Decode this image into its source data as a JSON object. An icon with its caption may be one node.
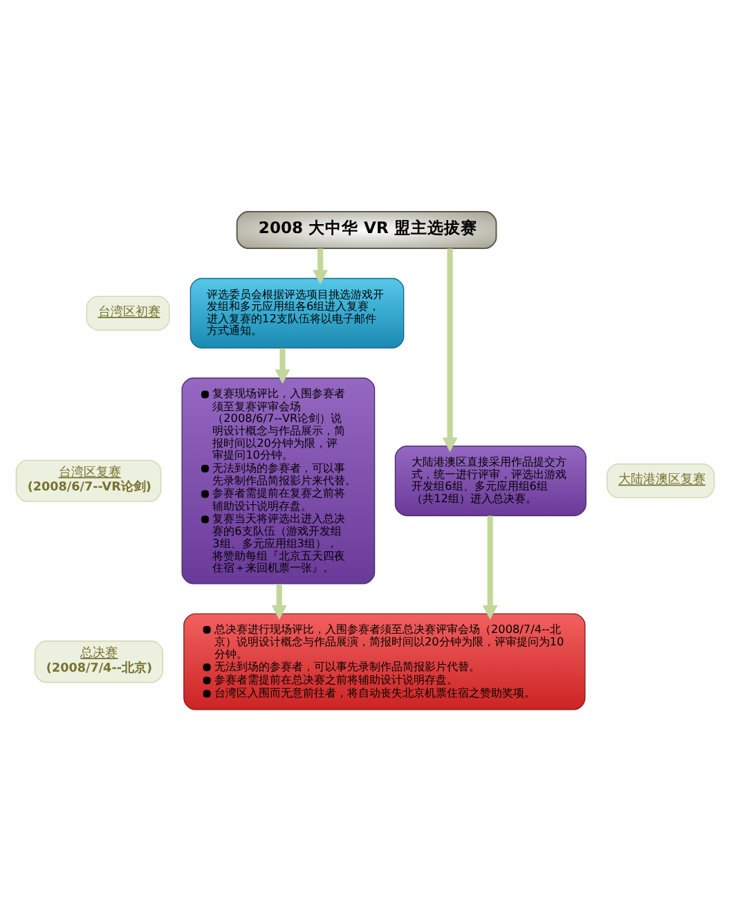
{
  "diagram": {
    "nodes": [
      {
        "text": [
          "2008 大中华 VR 盟主选拔赛"
        ]
      },
      {
        "text": [
          "台湾区初赛"
        ]
      },
      {
        "text": [
          "评选委员会根据评选项目挑选游戏开发组和多元应用组各6组进入复赛，进入复赛的12支队伍将以电子邮件方式通知。"
        ]
      },
      {
        "text": [
          "台湾区复赛",
          "(2008/6/7--VR论剑)"
        ]
      },
      {
        "text": [
          "复赛现场评比，入围参赛者须至复赛评审会场（2008/6/7--VR论剑）说明设计概念与作品展示，简报时间以20分钟为限，评审提问10分钟。",
          "无法到场的参赛者，可以事先录制作品简报影片来代替。",
          "参赛者需提前在复赛之前将辅助设计说明存盘。",
          "复赛当天将评选出进入总决赛的6支队伍（游戏开发组3组、多元应用组3组），将赞助每组『北京五天四夜住宿＋来回机票一张』。"
        ]
      },
      {
        "text": [
          "大陆港澳区复赛"
        ]
      },
      {
        "text": [
          "大陆港澳区直接采用作品提交方式，统一进行评审，评选出游戏开发组6组、多元应用组6组（共12组）进入总决赛。"
        ]
      },
      {
        "text": [
          "总决赛",
          "(2008/7/4--北京)"
        ]
      },
      {
        "text": [
          "总决赛进行现场评比，入围参赛者须至总决赛评审会场（2008/7/4--北京）说明设计概念与作品展演，简报时间以20分钟为限，评审提问为10分钟。",
          "无法到场的参赛者，可以事先录制作品简报影片代替。",
          "参赛者需提前在总决赛之前将辅助设计说明存盘。",
          "台湾区入围而无意前往者，将自动丧失北京机票住宿之赞助奖项。"
        ]
      }
    ],
    "edges": [
      {
        "from": 0,
        "to": 2,
        "arrow": "to"
      },
      {
        "from": 0,
        "to": 6,
        "arrow": "to"
      },
      {
        "from": 2,
        "to": 4,
        "arrow": "to"
      },
      {
        "from": 4,
        "to": 8,
        "arrow": "to"
      },
      {
        "from": 6,
        "to": 8,
        "arrow": "to"
      }
    ]
  }
}
